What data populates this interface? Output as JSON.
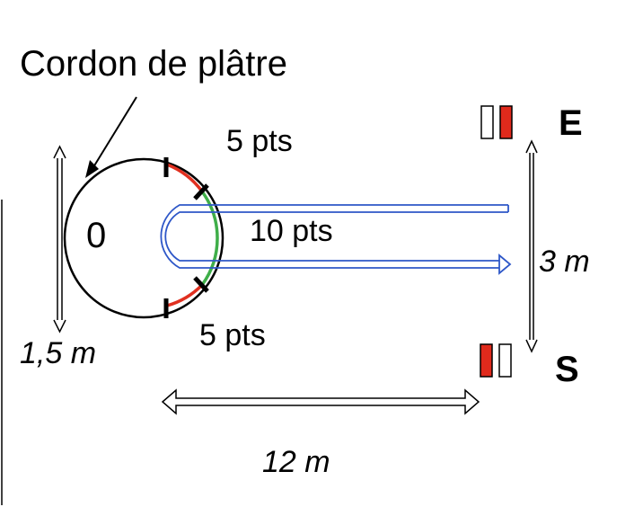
{
  "diagram": {
    "title": "Cordon de plâtre",
    "circle_label": "0",
    "score_top": "5 pts",
    "score_middle": "10 pts",
    "score_bottom": "5 pts",
    "dim_diameter": "1,5 m",
    "dim_length": "12 m",
    "dim_width": "3 m",
    "entry_label": "E",
    "exit_label": "S"
  },
  "colors": {
    "outline": "#000000",
    "red_arc": "#e03020",
    "green_arc": "#3fae49",
    "track": "#2e57c8",
    "marker_fill": "#e02a1c"
  }
}
